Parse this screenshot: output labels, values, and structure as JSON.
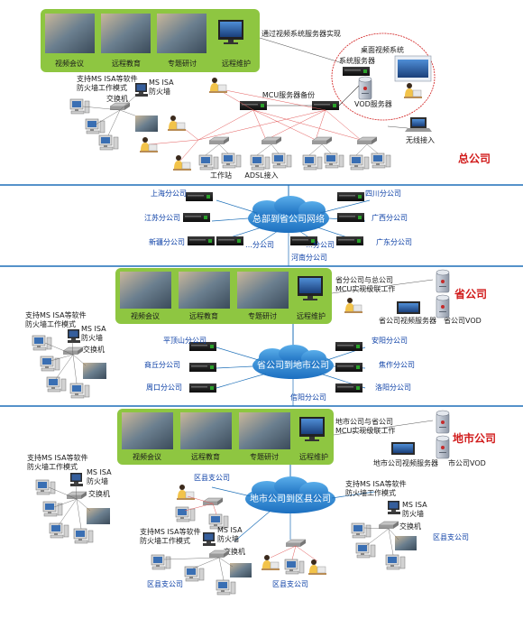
{
  "colors": {
    "bus": "#1d6fb8",
    "panel": "#8ec641",
    "cloud": "#2f86d1",
    "red_label": "#d11b1b",
    "blue_text": "#0b3fa6"
  },
  "hq": {
    "label": "总公司",
    "panel_captions": [
      "视频会议",
      "远程教育",
      "专题研讨",
      "远程维护"
    ],
    "via_text": "通过视频系统服务器实现",
    "desktop_video": "桌面视频系统",
    "system_server": "系统服务器",
    "vod_server": "VOD服务器",
    "mcu_backup": "MCU服务器备份",
    "wireless": "无线接入",
    "workstation": "工作站",
    "adsl": "ADSL接入",
    "firewall_software": "支持MS ISA等软件",
    "firewall_mode": "防火墙工作模式",
    "msisa": "MS ISA",
    "firewall": "防火墙",
    "switch": "交换机"
  },
  "hq_network": {
    "cloud": "总部到省公司网络",
    "branches": [
      "上海分公司",
      "四川分公司",
      "江苏分公司",
      "广西分公司",
      "新疆分公司",
      "广东分公司",
      "…分公司",
      "…分公司",
      "河南分公司"
    ]
  },
  "province": {
    "label": "省公司",
    "panel_captions": [
      "视频会议",
      "远程教育",
      "专题研讨",
      "远程维护"
    ],
    "mcu_text_1": "省分公司与总公司",
    "mcu_text_2": "MCU实现级联工作",
    "video_server": "省公司视频服务器",
    "vod": "省公司VOD",
    "firewall_software": "支持MS ISA等软件",
    "firewall_mode": "防火墙工作模式",
    "msisa": "MS ISA",
    "firewall": "防火墙",
    "switch": "交换机"
  },
  "province_network": {
    "cloud": "省公司到地市公司",
    "branches": [
      "平顶山分公司",
      "安阳分公司",
      "商丘分公司",
      "焦作分公司",
      "周口分公司",
      "洛阳分公司",
      "信阳分公司"
    ]
  },
  "city": {
    "label": "地市公司",
    "panel_captions": [
      "视频会议",
      "远程教育",
      "专题研讨",
      "远程维护"
    ],
    "mcu_text_1": "地市公司与省公司",
    "mcu_text_2": "MCU实现级联工作",
    "video_server": "地市公司视频服务器",
    "vod": "市公司VOD",
    "firewall_software": "支持MS ISA等软件",
    "firewall_mode": "防火墙工作模式",
    "msisa": "MS ISA",
    "firewall": "防火墙",
    "switch": "交换机"
  },
  "city_network": {
    "cloud": "地市公司到区县公司",
    "county": "区县支公司",
    "firewall_software": "支持MS ISA等软件",
    "firewall_mode": "防火墙工作模式",
    "msisa": "MS ISA",
    "firewall": "防火墙",
    "switch": "交换机"
  }
}
